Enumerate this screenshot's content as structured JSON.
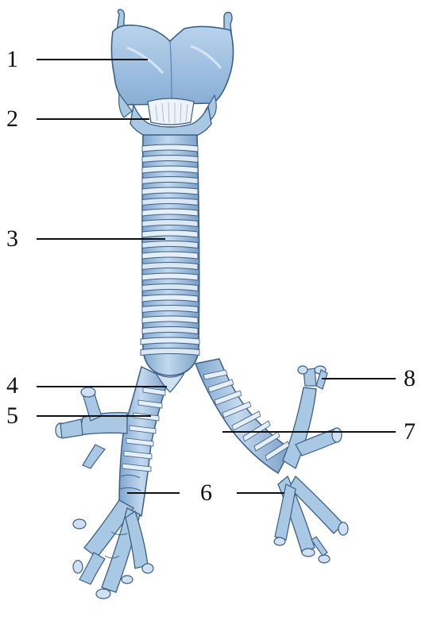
{
  "labels": {
    "l1": "1",
    "l2": "2",
    "l3": "3",
    "l4": "4",
    "l5": "5",
    "l6": "6",
    "l7": "7",
    "l8": "8"
  },
  "colors": {
    "tissue": "#a9c8e4",
    "tissue_light": "#cfe1f1",
    "tissue_dark": "#6f95bd",
    "outline": "#3c5f86",
    "ring_light": "#e6eef7",
    "leader": "#111111"
  }
}
